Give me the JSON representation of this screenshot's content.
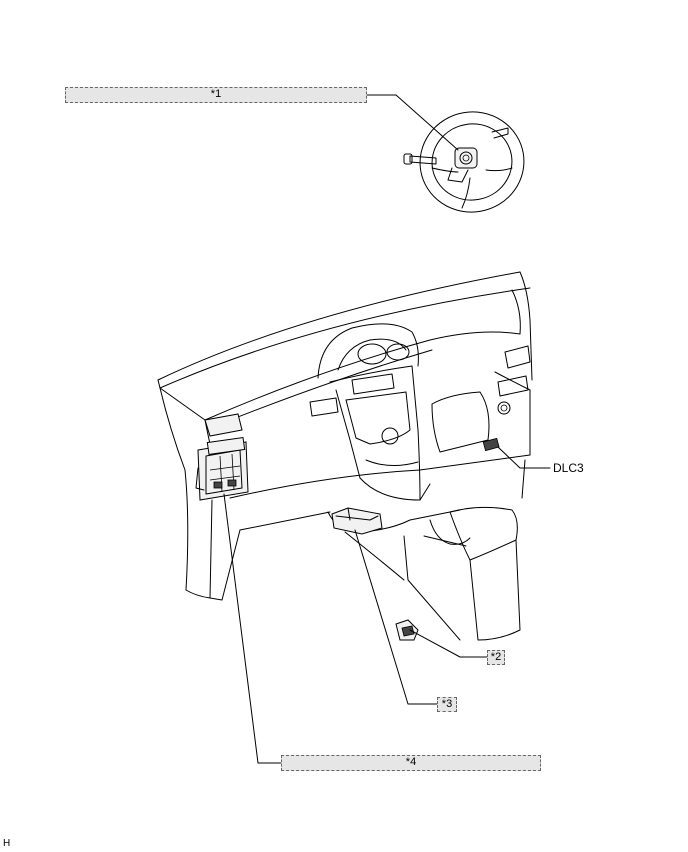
{
  "callouts": {
    "c1": "*1",
    "c2": "*2",
    "c3": "*3",
    "c4": "*4",
    "dlc3": "DLC3"
  },
  "footer": {
    "code": "H"
  }
}
